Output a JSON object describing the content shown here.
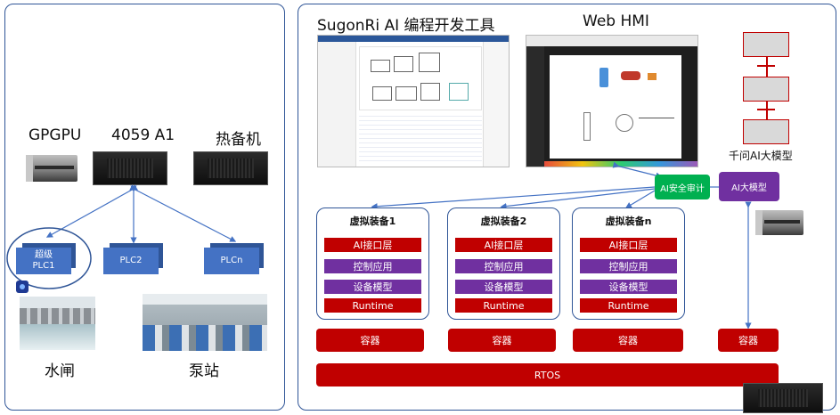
{
  "left": {
    "device_labels": [
      "GPGPU",
      "4059 A1",
      "热备机"
    ],
    "plcs": [
      "超级\nPLC1",
      "PLC2",
      "PLCn"
    ],
    "photo_labels": [
      "水闸",
      "泵站"
    ]
  },
  "right": {
    "tool_title": "SugonRi AI 编程开发工具",
    "hmi_title": "Web HMI",
    "llm_caption": "千问AI大模型",
    "security_audit": "AI安全审计",
    "ai_model": "AI大模型",
    "virtual_devices": [
      {
        "title": "虚拟装备1",
        "layers": [
          "AI接口层",
          "控制应用",
          "设备模型",
          "Runtime"
        ]
      },
      {
        "title": "虚拟装备2",
        "layers": [
          "AI接口层",
          "控制应用",
          "设备模型",
          "Runtime"
        ]
      },
      {
        "title": "虚拟装备n",
        "layers": [
          "AI接口层",
          "控制应用",
          "设备模型",
          "Runtime"
        ]
      }
    ],
    "containers": [
      "容器",
      "容器",
      "容器",
      "容器"
    ],
    "rtos": "RTOS"
  },
  "colors": {
    "panel_border": "#2f5597",
    "plc": "#4472c4",
    "layer_red": "#c00000",
    "layer_purple": "#7030a0",
    "audit_green": "#00b050"
  }
}
